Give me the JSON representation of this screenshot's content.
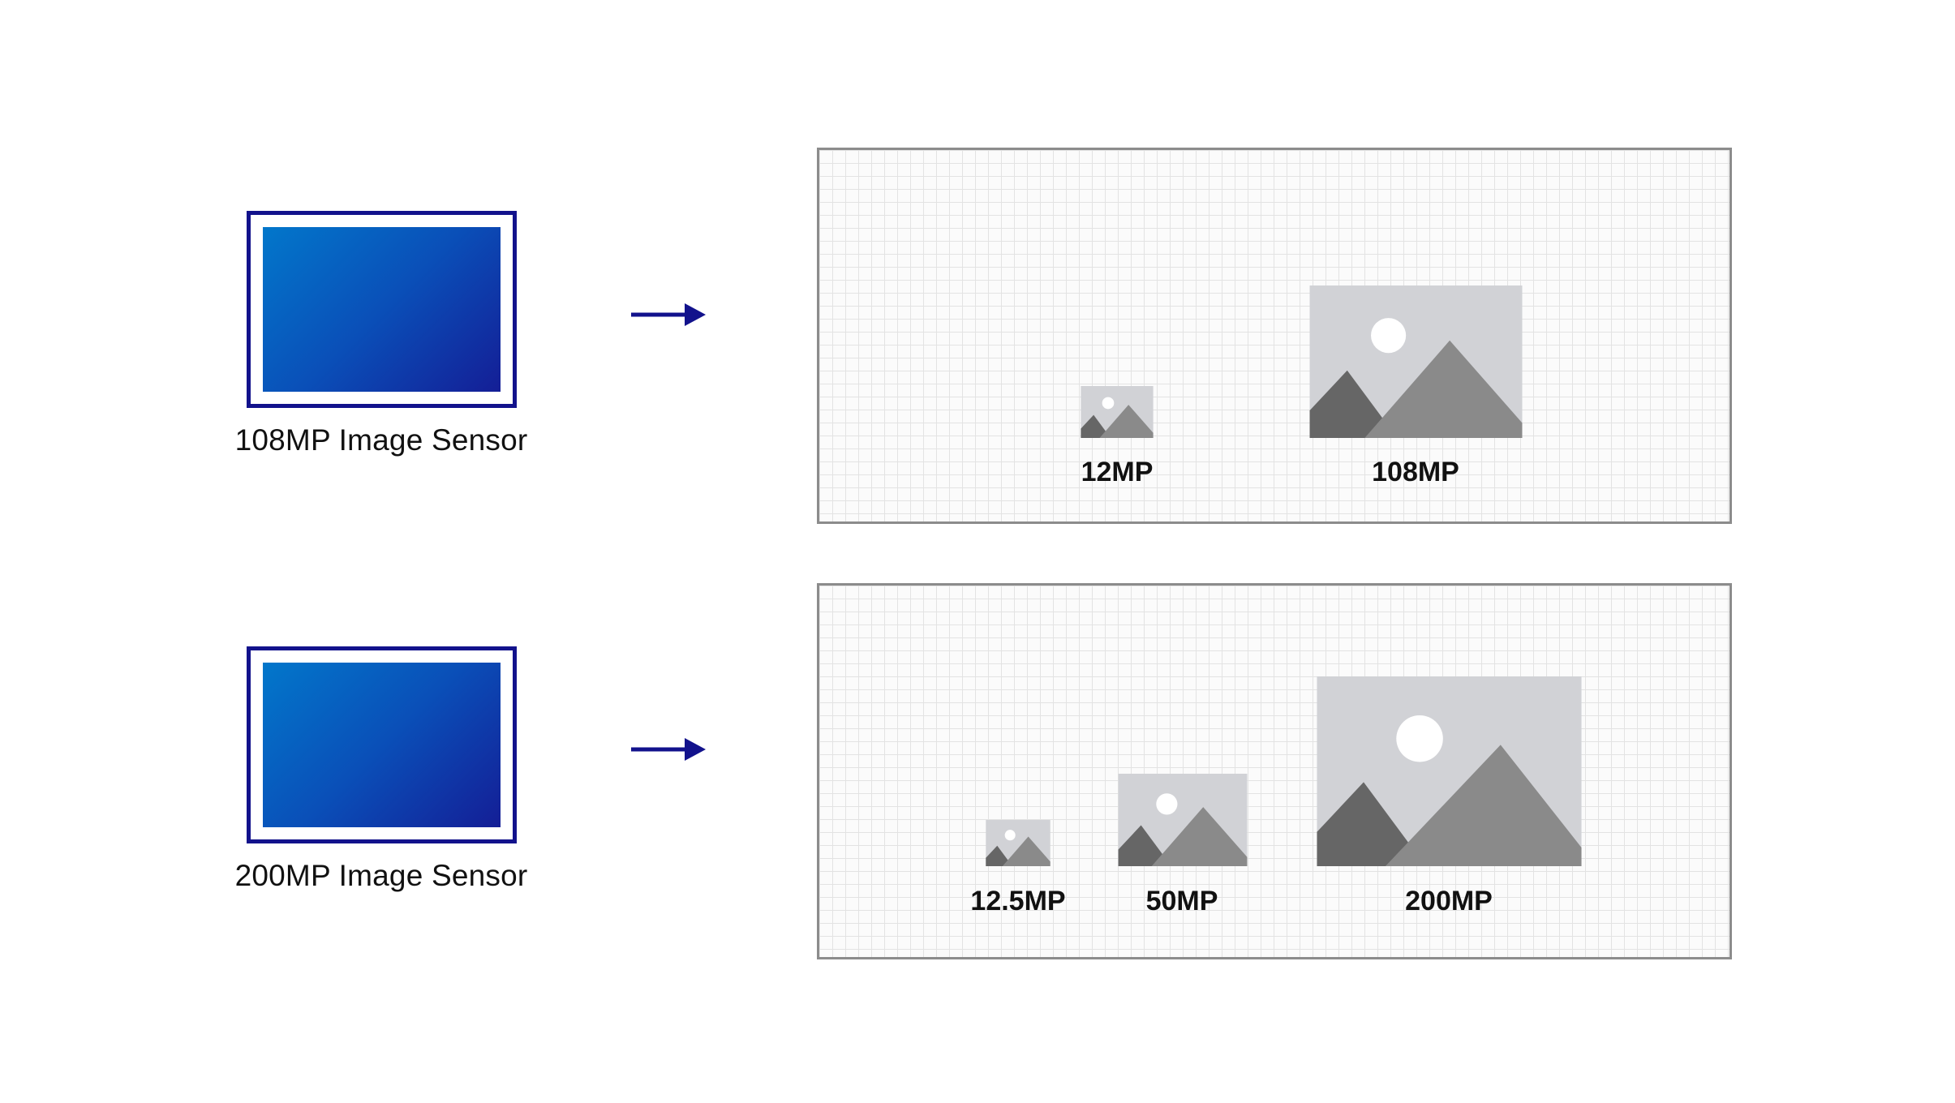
{
  "rows": [
    {
      "sensor_label": "108MP Image Sensor",
      "outputs": [
        {
          "label": "12MP"
        },
        {
          "label": "108MP"
        }
      ]
    },
    {
      "sensor_label": "200MP Image Sensor",
      "outputs": [
        {
          "label": "12.5MP"
        },
        {
          "label": "50MP"
        },
        {
          "label": "200MP"
        }
      ]
    }
  ],
  "colors": {
    "sensor_border": "#12128c",
    "sensor_gradient": [
      "#0277cb",
      "#141e96"
    ],
    "arrow": "#12128c",
    "panel_border": "#8c8c8c",
    "grid_line": "#e3e3e3",
    "image_bg": "#d1d2d6",
    "mountain_dark": "#666666",
    "mountain_light": "#8a8a8a",
    "sun": "#ffffff"
  },
  "icons": {
    "sensor": "sensor-chip-icon",
    "arrow": "arrow-right-icon",
    "image": "image-placeholder-icon"
  }
}
